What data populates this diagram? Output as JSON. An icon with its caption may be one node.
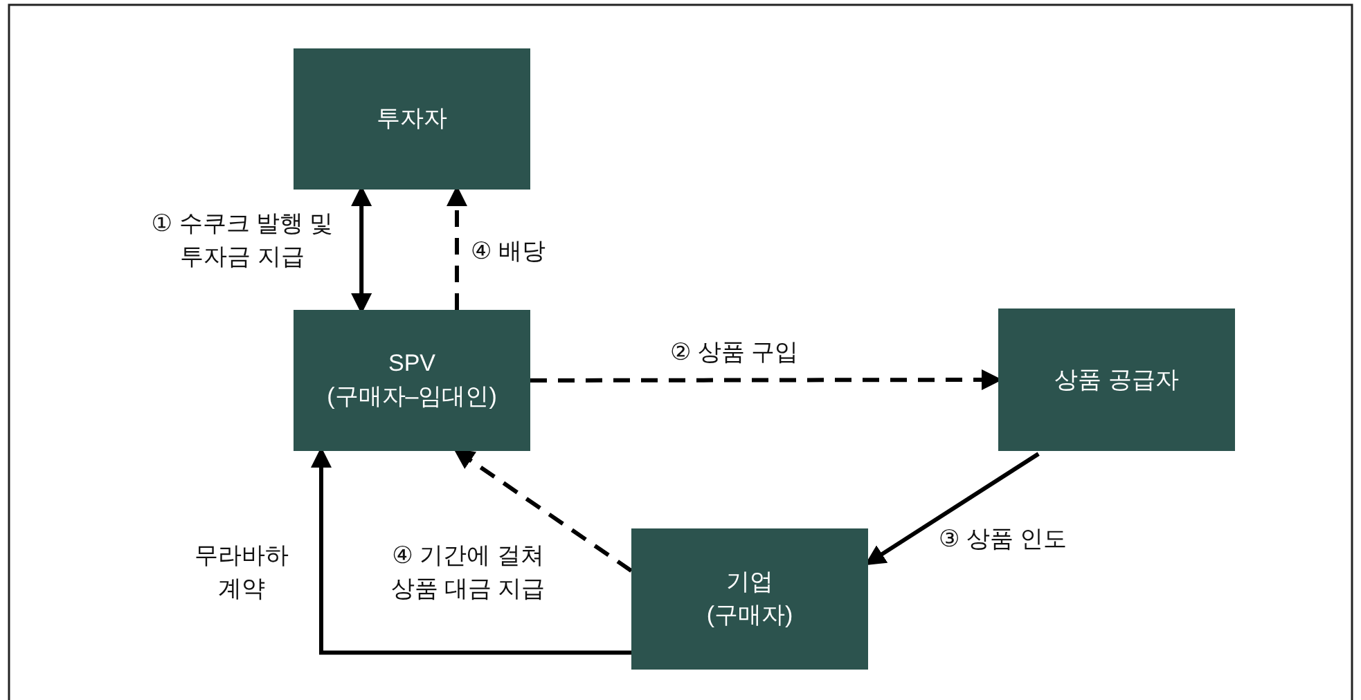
{
  "diagram": {
    "nodes": [
      {
        "text": [
          "투자자"
        ]
      },
      {
        "text": [
          "SPV (구매자–임대인)"
        ]
      },
      {
        "text": [
          "상품 공급자"
        ]
      },
      {
        "text": [
          "기업 (구매자)"
        ]
      }
    ],
    "edges": [
      {
        "from": 0,
        "to": 1,
        "arrow": "both",
        "label": "① 수쿠크 발행 및 투자금 지급"
      },
      {
        "from": 1,
        "to": 0,
        "arrow": "to",
        "style": "dashed",
        "label": "④ 배당"
      },
      {
        "from": 1,
        "to": 2,
        "arrow": "to",
        "style": "dashed",
        "label": "② 상품 구입"
      },
      {
        "from": 2,
        "to": 3,
        "arrow": "to",
        "label": "③ 상품 인도"
      },
      {
        "from": 3,
        "to": 1,
        "arrow": "to",
        "style": "dashed",
        "label": "④ 기간에 걸쳐 상품 대금 지급"
      },
      {
        "from": 3,
        "to": 1,
        "arrow": "to",
        "label": "무라바하 계약"
      }
    ]
  }
}
